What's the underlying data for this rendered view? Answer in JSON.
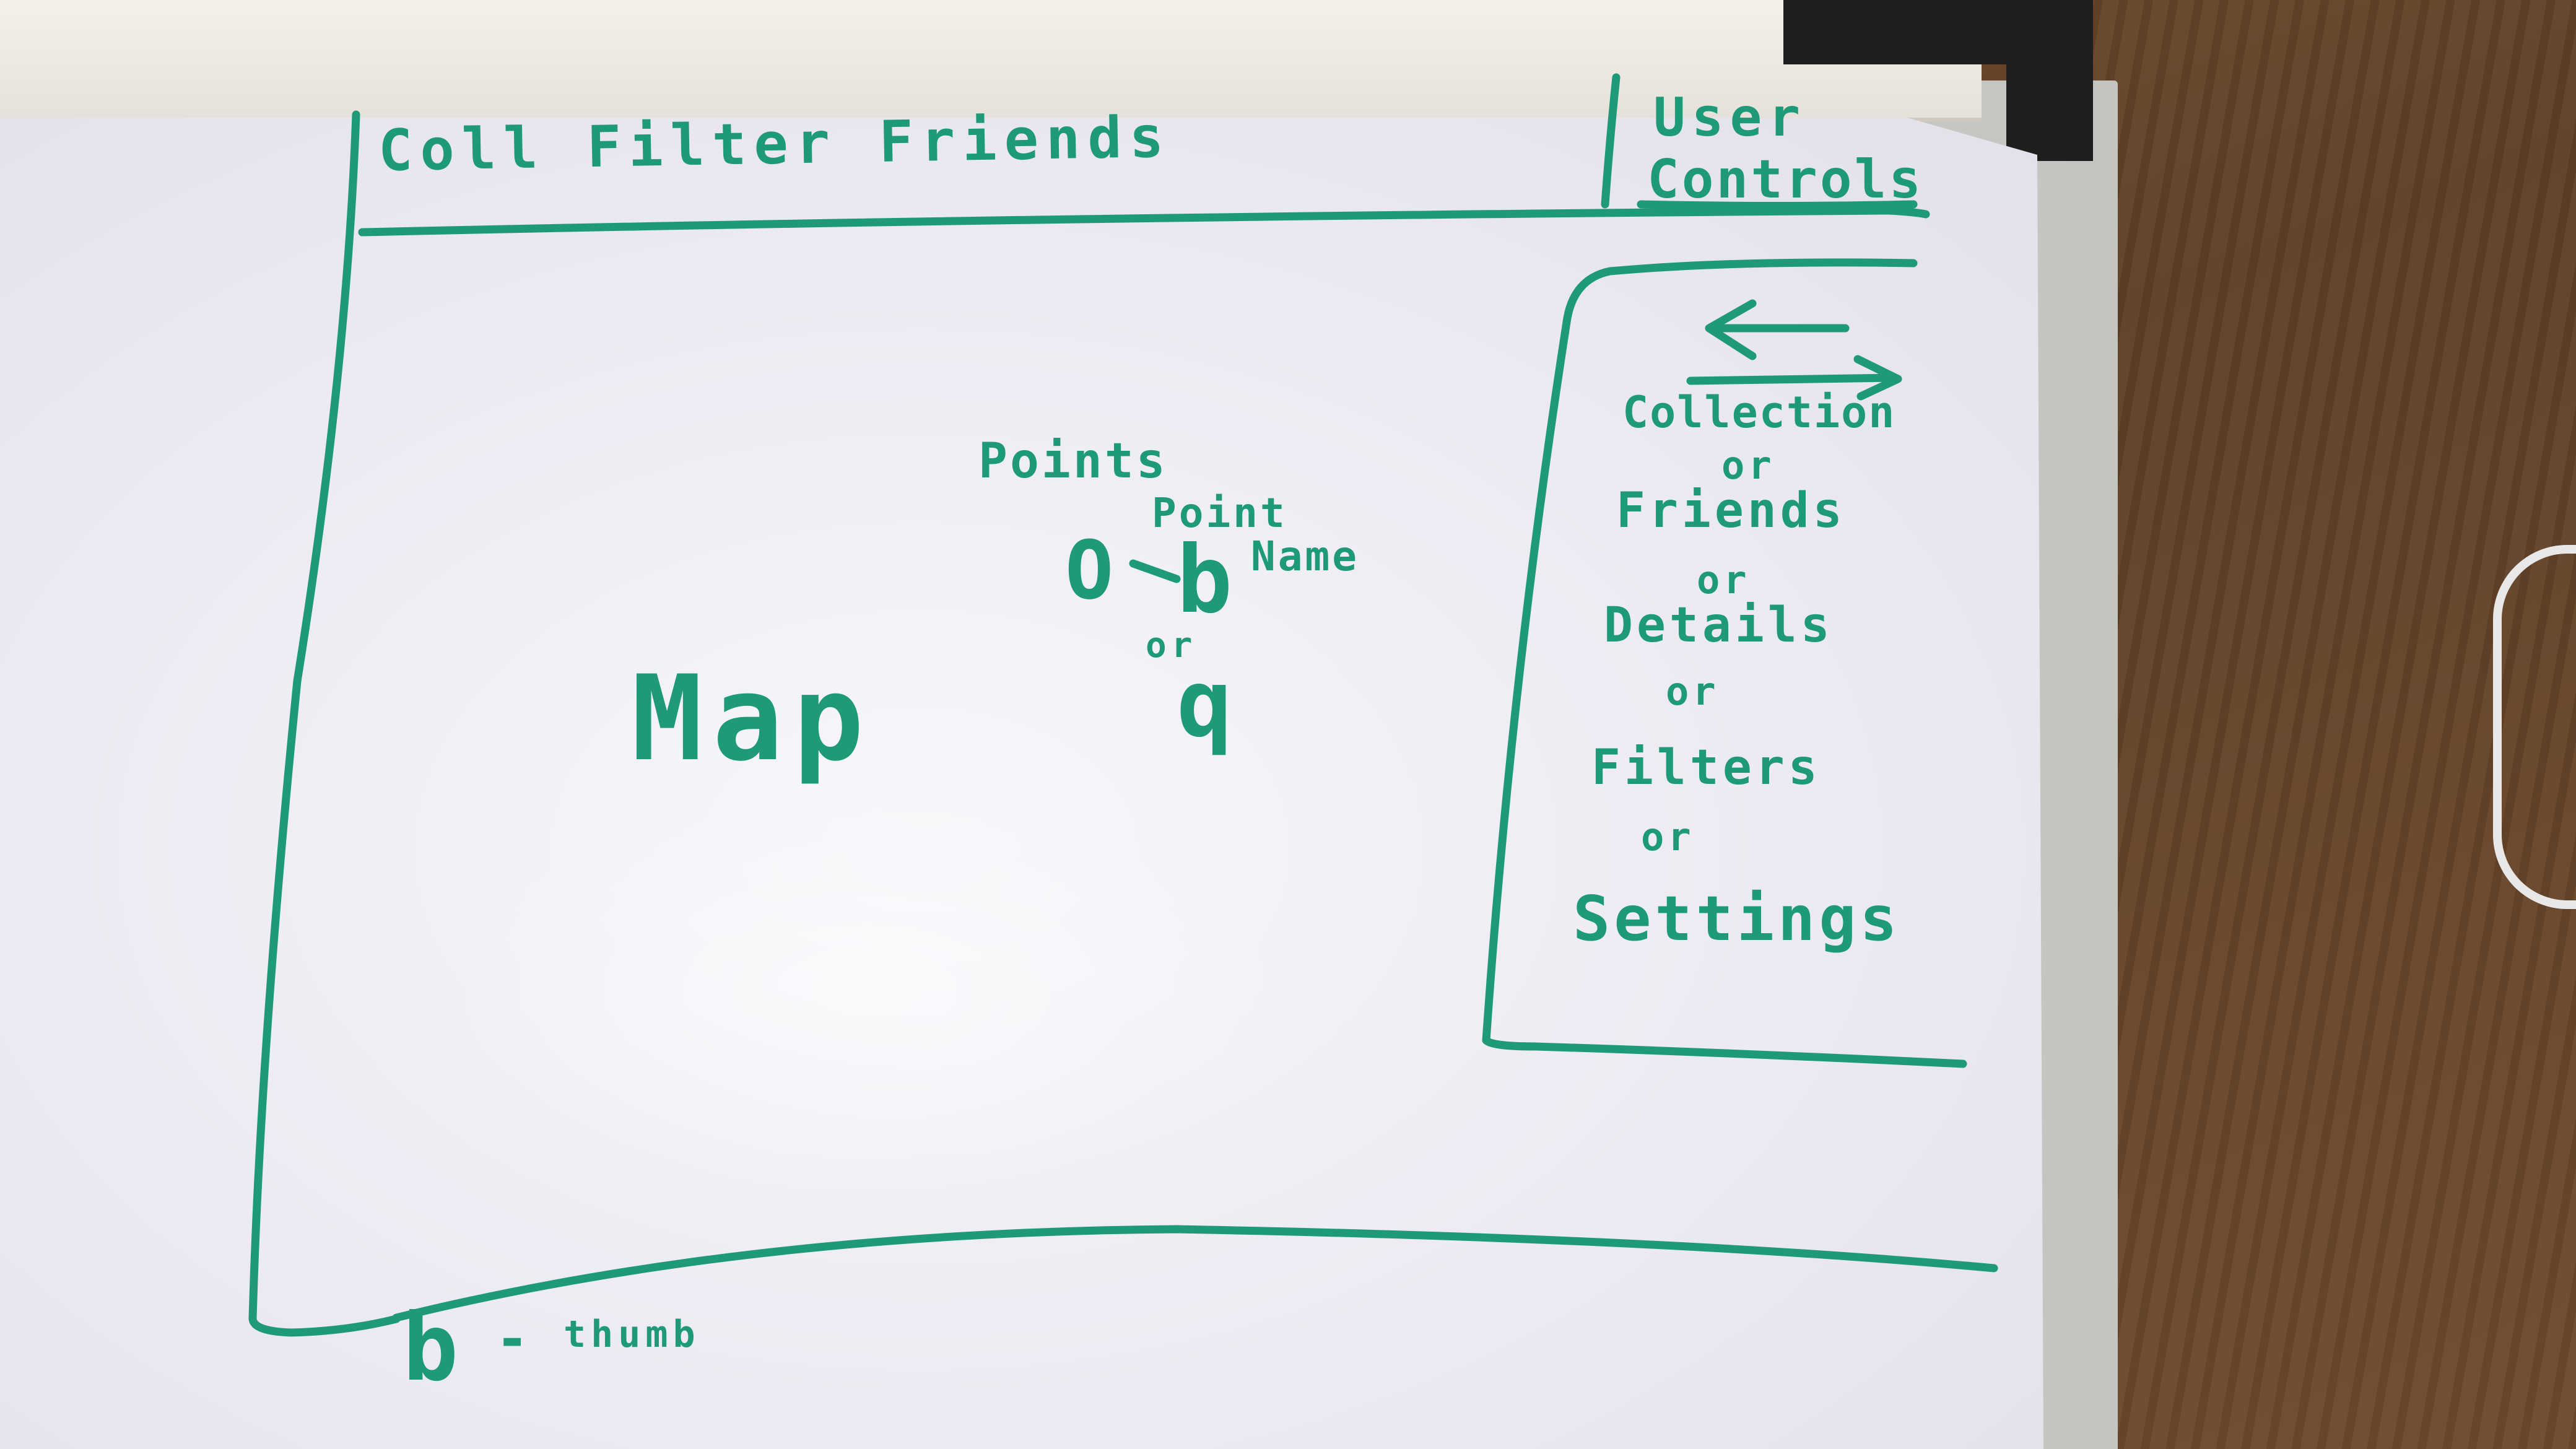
{
  "sketch": {
    "header": {
      "title": "Coll Filter Friends",
      "user_controls_line1": "User",
      "user_controls_line2": "Controls"
    },
    "map": {
      "label": "Map",
      "points_label": "Points",
      "point_name_line1": "Point",
      "point_name_line2": "Name",
      "marker_circle": "O",
      "marker_b": "b",
      "marker_or": "or",
      "marker_q": "q"
    },
    "side_panel": {
      "items": [
        {
          "label": "Collection"
        },
        {
          "label": "or"
        },
        {
          "label": "Friends"
        },
        {
          "label": "or"
        },
        {
          "label": "Details"
        },
        {
          "label": "or"
        },
        {
          "label": "Filters"
        },
        {
          "label": "or"
        },
        {
          "label": "Settings"
        }
      ]
    },
    "legend": {
      "symbol": "b",
      "dash": "-",
      "text": "thumb"
    },
    "ink_color": "#1e9a78"
  }
}
